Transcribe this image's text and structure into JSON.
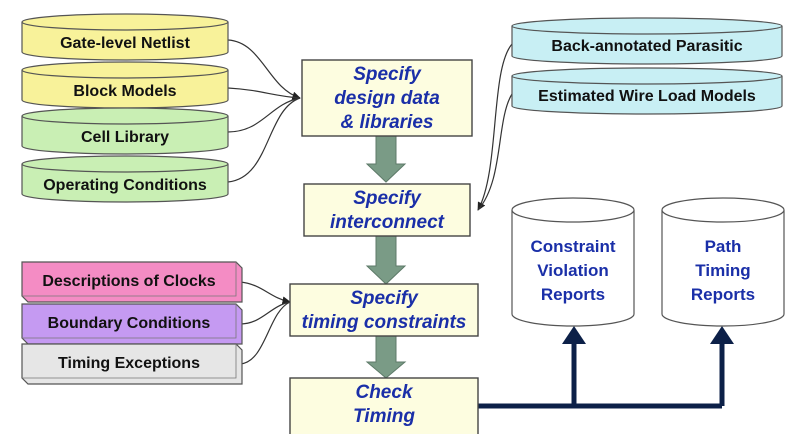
{
  "colors": {
    "yellow": "#f8f29a",
    "green": "#c9efb4",
    "cyan": "#c8eff4",
    "pink": "#f48cc4",
    "purple": "#c59af2",
    "gray": "#e6e6e6",
    "step_fill": "#fdfde0",
    "flow_arrow": "#7a9b86",
    "report_arrow": "#0c2048",
    "step_text": "#1a2fa8"
  },
  "inputs_design": [
    {
      "label": "Gate-level Netlist"
    },
    {
      "label": "Block Models"
    },
    {
      "label": "Cell Library"
    },
    {
      "label": "Operating Conditions"
    }
  ],
  "inputs_parasitic": [
    {
      "label": "Back-annotated Parasitic"
    },
    {
      "label": "Estimated Wire Load Models"
    }
  ],
  "inputs_constraints": [
    {
      "label": "Descriptions of Clocks"
    },
    {
      "label": "Boundary Conditions"
    },
    {
      "label": "Timing Exceptions"
    }
  ],
  "steps": [
    {
      "lines": [
        "Specify",
        "design data",
        "& libraries"
      ]
    },
    {
      "lines": [
        "Specify",
        "interconnect"
      ]
    },
    {
      "lines": [
        "Specify",
        "timing constraints"
      ]
    },
    {
      "lines": [
        "Check",
        "Timing"
      ]
    }
  ],
  "reports": [
    {
      "lines": [
        "Constraint",
        "Violation",
        "Reports"
      ]
    },
    {
      "lines": [
        "Path",
        "Timing",
        "Reports"
      ]
    }
  ]
}
